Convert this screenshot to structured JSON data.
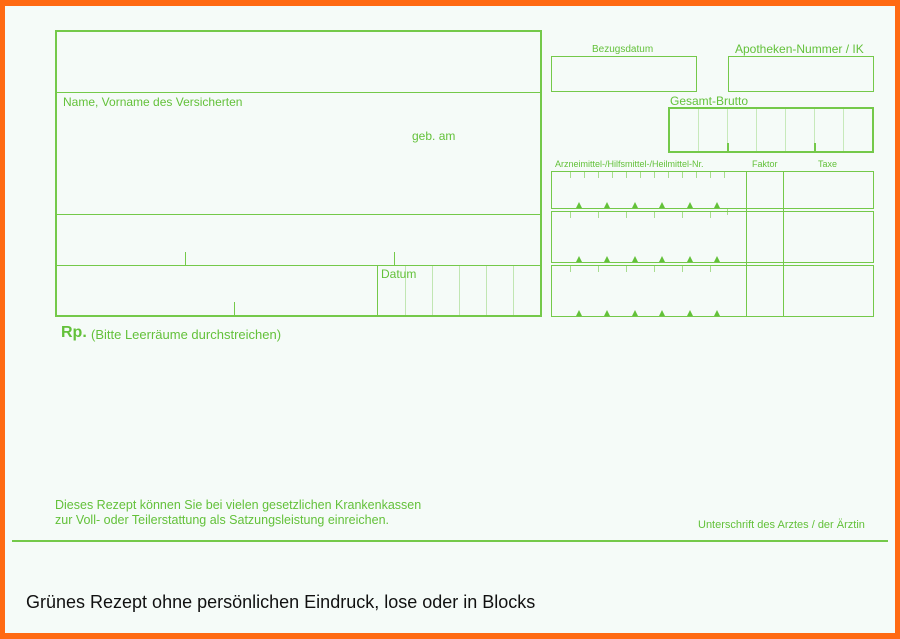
{
  "form": {
    "name_label": "Name, Vorname des Versicherten",
    "dob_label": "geb. am",
    "date_label": "Datum",
    "rp_label": "Rp.",
    "rp_note": "(Bitte Leerräume durchstreichen)",
    "bezugsdatum_label": "Bezugsdatum",
    "apotheken_label": "Apotheken-Nummer / IK",
    "gesamt_label": "Gesamt-Brutto",
    "arznei_label": "Arzneimittel-/Hilfsmittel-/Heilmittel-Nr.",
    "faktor_label": "Faktor",
    "taxe_label": "Taxe",
    "info_line1": "Dieses Rezept können Sie bei vielen gesetzlichen Krankenkassen",
    "info_line2": "zur Voll- oder Teilerstattung als Satzungsleistung einreichen.",
    "signature_label": "Unterschrift des Arztes / der Ärztin"
  },
  "caption": "Grünes Rezept ohne persönlichen Eindruck, lose oder in Blocks",
  "colors": {
    "form_green": "#74c94a",
    "border_orange": "#ff6a13",
    "paper": "#f5fbf8"
  }
}
